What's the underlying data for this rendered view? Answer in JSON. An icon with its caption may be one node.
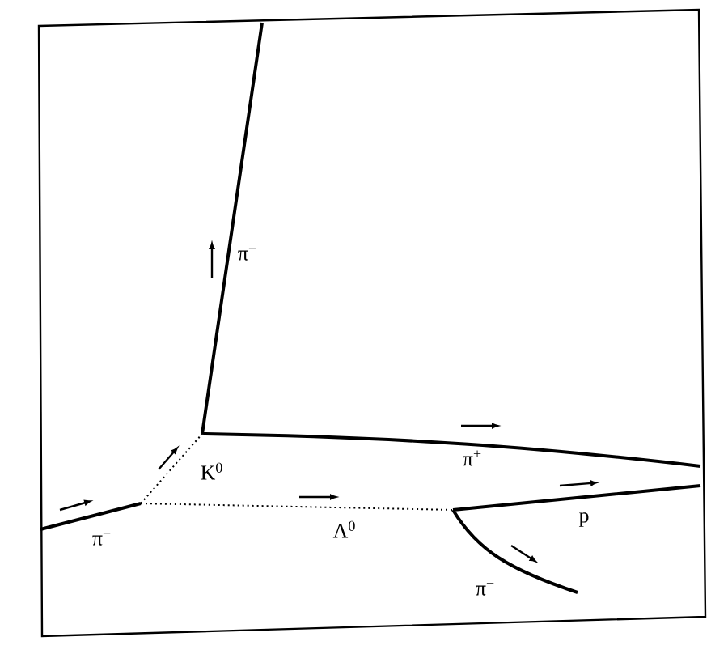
{
  "diagram": {
    "labels": [
      "π$^{−}$",
      "π$^{+}$",
      "K$^{0}$",
      "p",
      "Λ$^{0}$",
      "π$^{−}$",
      "π$^{−}$"
    ]
  }
}
